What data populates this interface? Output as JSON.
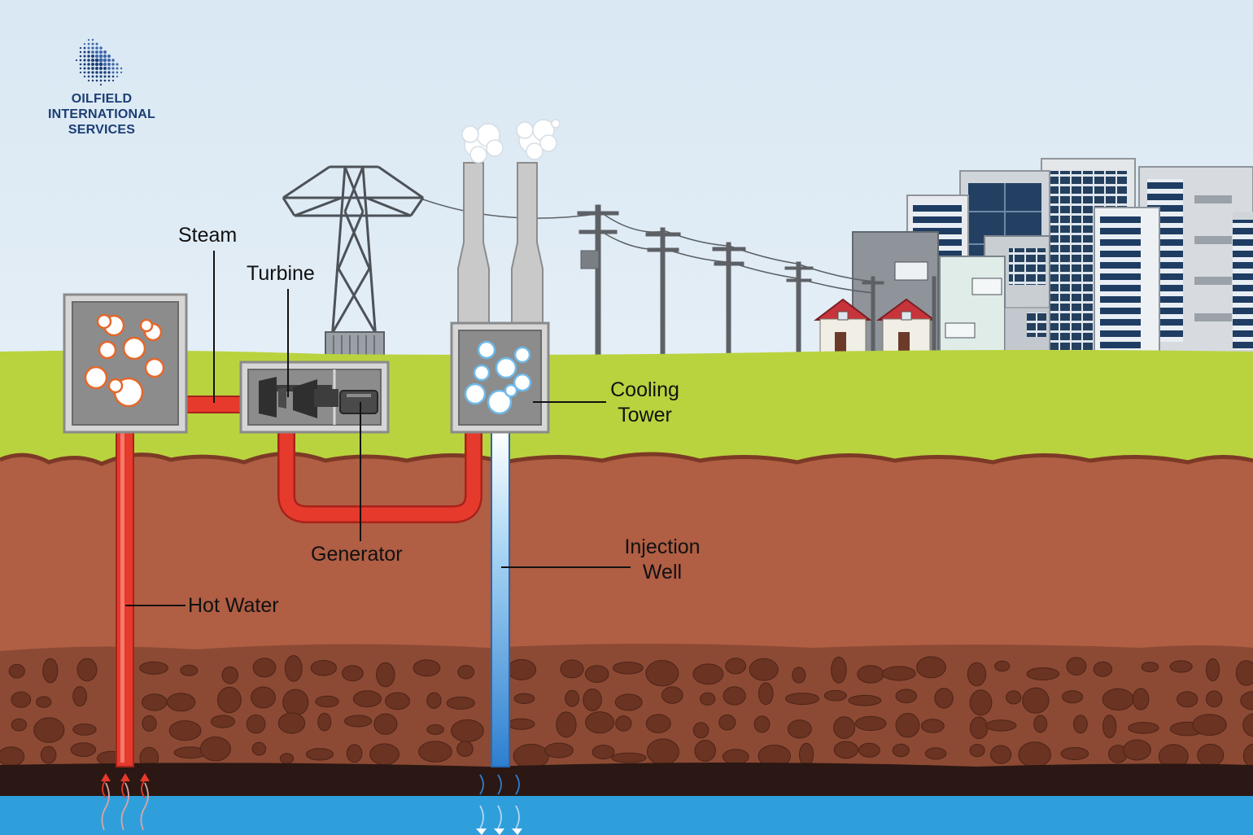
{
  "brand": {
    "line1": "OILFIELD",
    "line2": "INTERNATIONAL",
    "line3": "SERVICES",
    "logo_icon": "globe-dots-icon",
    "color": "#1b3d73"
  },
  "labels": {
    "steam": "Steam",
    "turbine": "Turbine",
    "generator": "Generator",
    "cooling_line1": "Cooling",
    "cooling_line2": "Tower",
    "injection_line1": "Injection",
    "injection_line2": "Well",
    "hot_water": "Hot Water"
  },
  "colors": {
    "sky": "#dceaf4",
    "grass": "#b9d33f",
    "soil": "#b05e44",
    "rock_layer": "#8c4a34",
    "bedrock": "#2b1713",
    "aquifer": "#2f9fdc",
    "hot_pipe": "#e53a2c",
    "cold_pipe": "#3e93d8",
    "building_box": "#c8c8c8"
  }
}
